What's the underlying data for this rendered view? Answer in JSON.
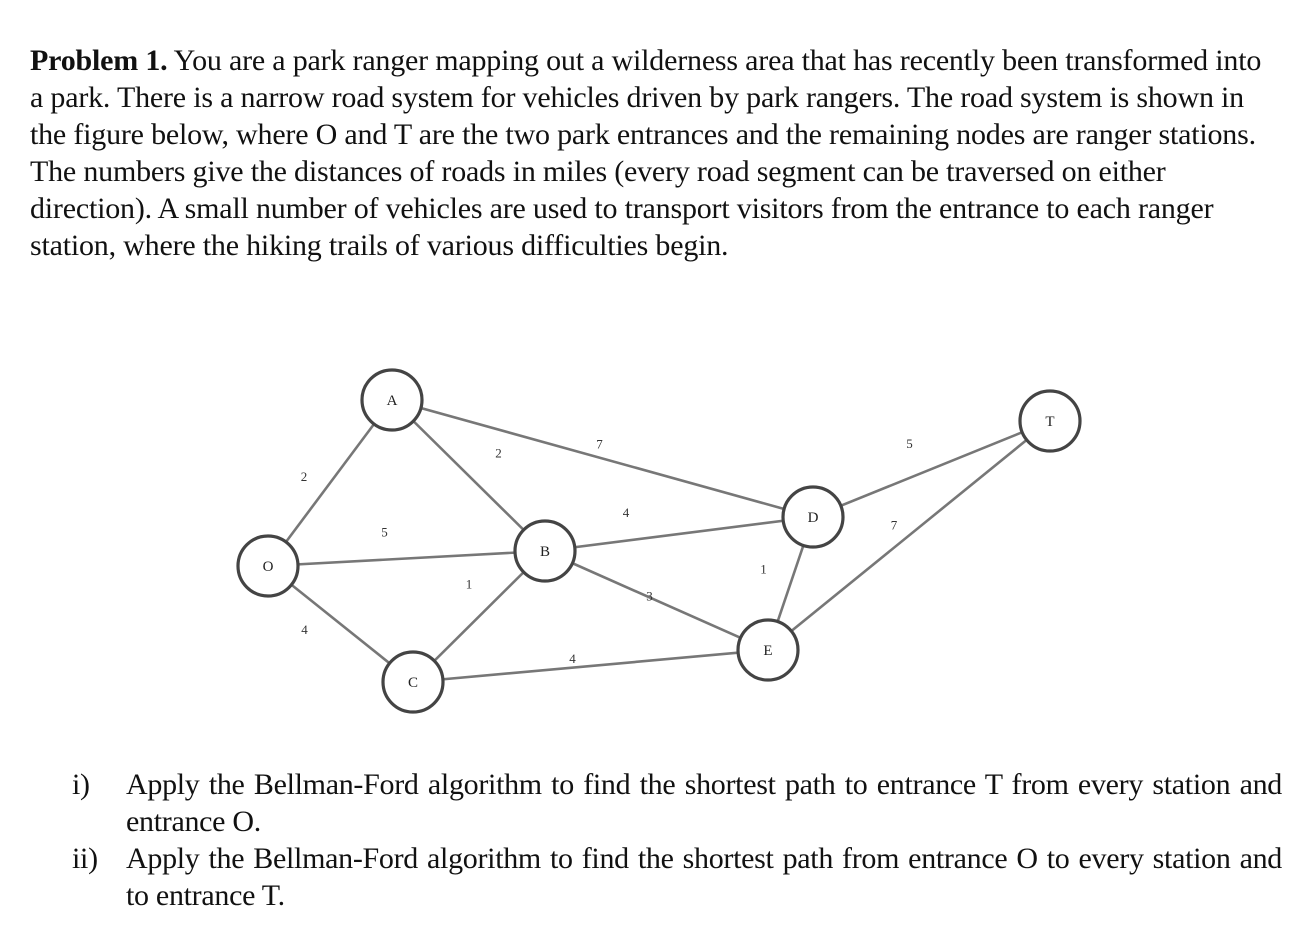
{
  "problem": {
    "heading": "Problem 1.",
    "body": "You are a park ranger mapping out a wilderness area that has recently been transformed into a park. There is a narrow road system for vehicles driven by park rangers. The road system is shown in the figure below, where O and T are the two park entrances and the remaining nodes are ranger stations. The numbers give the distances of roads in miles (every road segment can be traversed on either direction). A small number of vehicles are used to transport visitors from the entrance to each ranger station, where the hiking trails of various difficulties begin."
  },
  "graph": {
    "nodes": [
      {
        "id": "O",
        "label": "O"
      },
      {
        "id": "A",
        "label": "A"
      },
      {
        "id": "B",
        "label": "B"
      },
      {
        "id": "C",
        "label": "C"
      },
      {
        "id": "D",
        "label": "D"
      },
      {
        "id": "E",
        "label": "E"
      },
      {
        "id": "T",
        "label": "T"
      }
    ],
    "edges": [
      {
        "from": "O",
        "to": "A",
        "weight": "2"
      },
      {
        "from": "O",
        "to": "B",
        "weight": "5"
      },
      {
        "from": "O",
        "to": "C",
        "weight": "4"
      },
      {
        "from": "A",
        "to": "B",
        "weight": "2"
      },
      {
        "from": "A",
        "to": "D",
        "weight": "7"
      },
      {
        "from": "B",
        "to": "C",
        "weight": "1"
      },
      {
        "from": "B",
        "to": "D",
        "weight": "4"
      },
      {
        "from": "B",
        "to": "E",
        "weight": "3"
      },
      {
        "from": "C",
        "to": "E",
        "weight": "4"
      },
      {
        "from": "D",
        "to": "E",
        "weight": "1"
      },
      {
        "from": "D",
        "to": "T",
        "weight": "5"
      },
      {
        "from": "E",
        "to": "T",
        "weight": "7"
      }
    ]
  },
  "questions": [
    {
      "num": "i)",
      "text": "Apply the Bellman-Ford algorithm to find the shortest path to entrance T from every station and entrance O."
    },
    {
      "num": "ii)",
      "text": "Apply the Bellman-Ford algorithm to find the shortest path from entrance O to every station and to entrance T."
    }
  ]
}
